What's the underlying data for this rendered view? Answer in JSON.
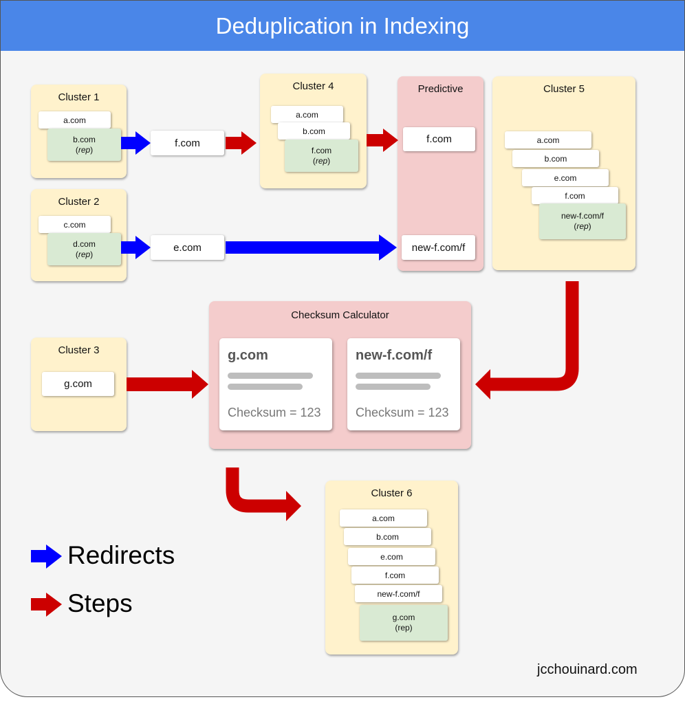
{
  "title": "Deduplication in Indexing",
  "clusters": {
    "c1": {
      "title": "Cluster 1",
      "items": [
        "a.com"
      ],
      "rep": "b.com"
    },
    "c2": {
      "title": "Cluster 2",
      "items": [
        "c.com"
      ],
      "rep": "d.com"
    },
    "c3": {
      "title": "Cluster 3",
      "item": "g.com"
    },
    "c4": {
      "title": "Cluster 4",
      "items": [
        "a.com",
        "b.com"
      ],
      "rep": "f.com"
    },
    "c5": {
      "title": "Cluster 5",
      "items": [
        "a.com",
        "b.com",
        "e.com",
        "f.com"
      ],
      "rep": "new-f.com/f"
    },
    "c6": {
      "title": "Cluster 6",
      "items": [
        "a.com",
        "b.com",
        "e.com",
        "f.com",
        "new-f.com/f"
      ],
      "rep": "g.com",
      "rep_note": "(rep)"
    }
  },
  "rep_label": "rep",
  "redirect_targets": {
    "fcom": "f.com",
    "ecom": "e.com"
  },
  "predictive": {
    "title": "Predictive",
    "top": "f.com",
    "bottom": "new-f.com/f"
  },
  "checksum": {
    "title": "Checksum Calculator",
    "docs": [
      {
        "name": "g.com",
        "checksum": "Checksum = 123"
      },
      {
        "name": "new-f.com/f",
        "checksum": "Checksum = 123"
      }
    ]
  },
  "legend": {
    "redirects": "Redirects",
    "steps": "Steps"
  },
  "colors": {
    "redirect": "#0000ff",
    "step": "#cc0000",
    "header": "#4a86e8",
    "cluster": "#fff2cc",
    "rep": "#d9ead3",
    "predictive": "#f4cccc"
  },
  "watermark": "jcchouinard.com"
}
